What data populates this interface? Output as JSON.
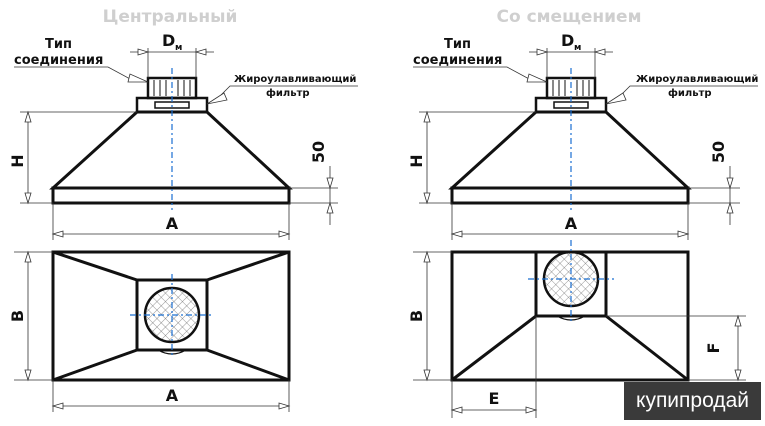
{
  "panels": [
    {
      "id": "left",
      "title": "Центральный",
      "connection_label_line1": "Тип",
      "connection_label_line2": "соединения",
      "diameter_label": "D",
      "diameter_sub": "м",
      "filter_label_line1": "Жироулавливающий",
      "filter_label_line2": "фильтр",
      "height_label": "H",
      "rim_label": "50",
      "width_label_front": "A",
      "depth_label": "B",
      "width_label_top": "A"
    },
    {
      "id": "right",
      "title": "Со смещением",
      "connection_label_line1": "Тип",
      "connection_label_line2": "соединения",
      "diameter_label": "D",
      "diameter_sub": "м",
      "filter_label_line1": "Жироулавливающий",
      "filter_label_line2": "фильтр",
      "height_label": "H",
      "rim_label": "50",
      "width_label_front": "A",
      "depth_label": "B",
      "offset_y_label": "F",
      "offset_x_label": "E"
    }
  ],
  "watermark": "купипродай"
}
